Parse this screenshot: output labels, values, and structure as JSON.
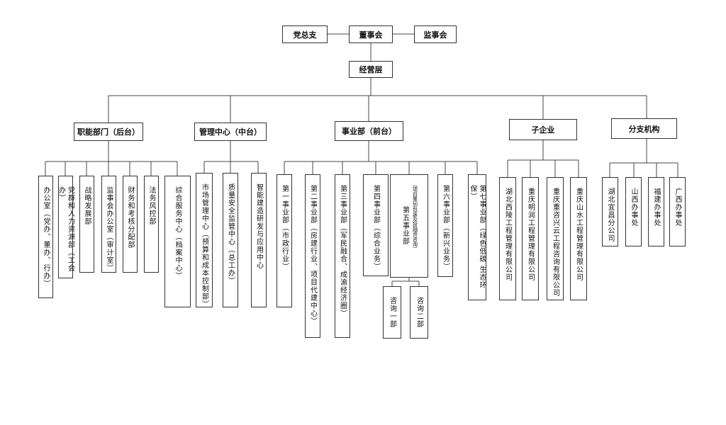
{
  "top": {
    "party": "党总支",
    "board": "董事会",
    "supervisors": "监事会",
    "management": "经营层"
  },
  "categories": {
    "functional": "职能部门（后台）",
    "management_center": "管理中心（中台）",
    "business": "事业部（前台）",
    "subsidiaries": "子企业",
    "branches": "分支机构"
  },
  "functional_depts": [
    "办公室（党办、董办、行办）",
    "党群和人力资源部（工会办）",
    "战略发展部",
    "监事会办公室（审计室）",
    "财务和考核分配部",
    "法务风控部",
    "综合服务中心（档案中心）"
  ],
  "center_depts": [
    "市场管理中心（预算和成本控制部）",
    "质量安全监管中心（总工办）",
    "智能建造研发与应用中心"
  ],
  "business_units": {
    "u1": "第一事业部（市政行业）",
    "u2": "第二事业部（房建行业、项目代建中心）",
    "u3": "第三事业部（军民融合、成渝经济圈）",
    "u4": "第四事业部（综合业务）",
    "u5_note": "（项目策划包装及投融资咨询）",
    "u5": "第五事业部",
    "u6": "第六事业部（新兴业务）",
    "u7": "第七事业部（绿色低碳 生态环保）",
    "consult1": "咨询一部",
    "consult2": "咨询二部"
  },
  "subsidiary_list": [
    "湖北西陵工程管理有限公司",
    "重庆明润工程管理有限公司",
    "重庆重咨兴云工程咨询有限公司",
    "重庆山水工程管理有限公司"
  ],
  "branch_list": [
    "湖北宜昌分公司",
    "山西办事处",
    "福建办事处",
    "广西办事处"
  ]
}
